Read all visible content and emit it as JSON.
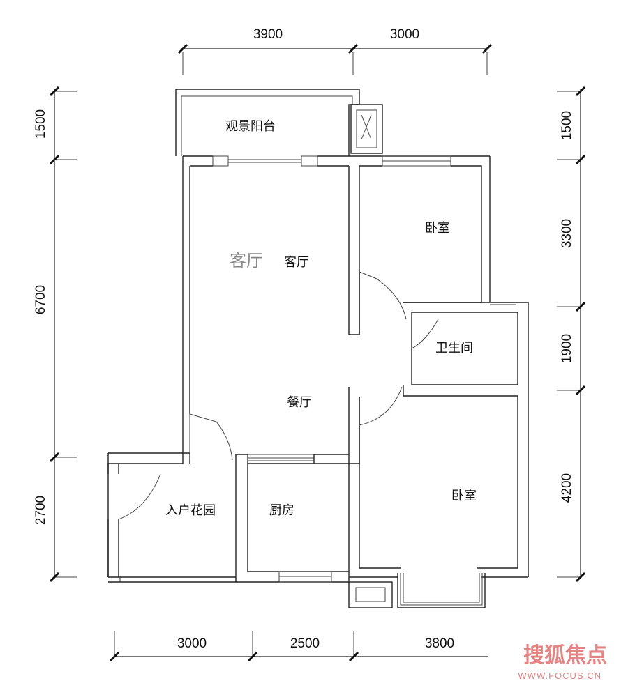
{
  "rooms": {
    "balcony": "观景阳台",
    "living_handwritten": "客厅",
    "living": "客厅",
    "dining": "餐厅",
    "bedroom_top": "卧室",
    "bathroom": "卫生间",
    "bedroom_bottom": "卧室",
    "entry_garden": "入户花园",
    "kitchen": "厨房"
  },
  "dimensions": {
    "top": [
      "3900",
      "3000"
    ],
    "bottom": [
      "3000",
      "2500",
      "3800"
    ],
    "left": [
      "1500",
      "6700",
      "2700"
    ],
    "right": [
      "1500",
      "3300",
      "1900",
      "4200"
    ]
  },
  "watermark": {
    "brand": "搜狐焦点",
    "url": "WWW.FOCUS.CN",
    "color": "#e07070"
  }
}
